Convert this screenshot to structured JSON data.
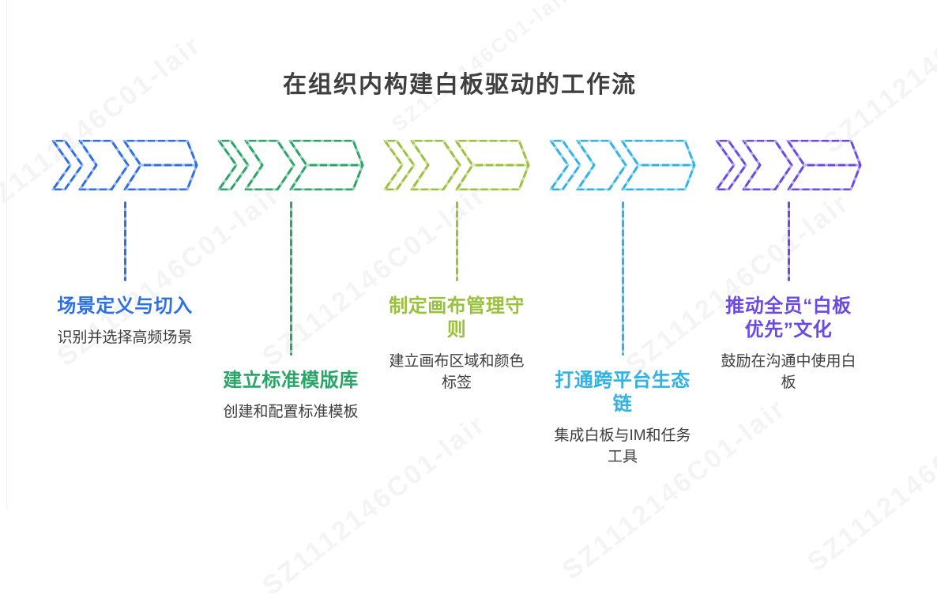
{
  "page": {
    "title": "在组织内构建白板驱动的工作流",
    "watermark": "SZ1112146C01-lair",
    "text_color": "#3f3f3f",
    "background_color": "#ffffff"
  },
  "steps": [
    {
      "color": "#2f6fe4",
      "title": "场景定义与切入",
      "description": "识别并选择高频场景",
      "connector": "short"
    },
    {
      "color": "#29a567",
      "title": "建立标准模版库",
      "description": "创建和配置标准模板",
      "connector": "tall"
    },
    {
      "color": "#9ac13c",
      "title": "制定画布管理守\n则",
      "description": "建立画布区域和颜色\n标签",
      "connector": "short"
    },
    {
      "color": "#31b2e4",
      "title": "打通跨平台生态\n链",
      "description": "集成白板与IM和任务\n工具",
      "connector": "tall"
    },
    {
      "color": "#6b4ae3",
      "title": "推动全员“白板\n优先”文化",
      "description": "鼓励在沟通中使用白\n板",
      "connector": "short"
    }
  ]
}
